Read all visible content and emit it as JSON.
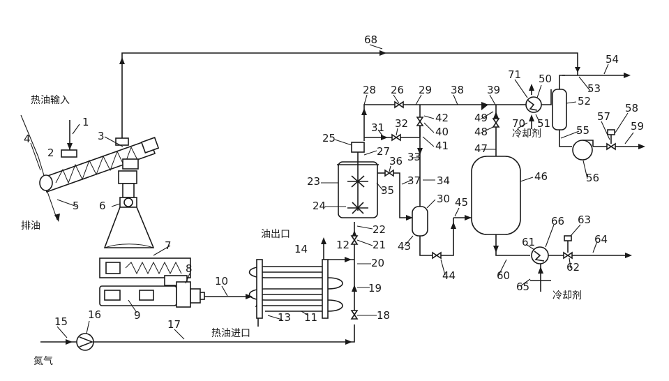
{
  "text": {
    "hot_oil_in": "热油输入",
    "oil_drain": "排油",
    "oil_outlet": "油出口",
    "hot_oil_inlet": "热油进口",
    "nitrogen": "氮气",
    "coolant_1": "冷却剂",
    "coolant_2": "冷却剂"
  },
  "ref_numbers": {
    "n1": "1",
    "n2": "2",
    "n3": "3",
    "n4": "4",
    "n5": "5",
    "n6": "6",
    "n7": "7",
    "n8": "8",
    "n9": "9",
    "n10": "10",
    "n11": "11",
    "n12": "12",
    "n13": "13",
    "n14": "14",
    "n15": "15",
    "n16": "16",
    "n17": "17",
    "n18": "18",
    "n19": "19",
    "n20": "20",
    "n21": "21",
    "n22": "22",
    "n23": "23",
    "n24": "24",
    "n25": "25",
    "n26": "26",
    "n27": "27",
    "n28": "28",
    "n29": "29",
    "n30": "30",
    "n31": "31",
    "n32": "32",
    "n33": "33",
    "n34": "34",
    "n35": "35",
    "n36": "36",
    "n37": "37",
    "n38": "38",
    "n39": "39",
    "n40": "40",
    "n41": "41",
    "n42": "42",
    "n43": "43",
    "n44": "44",
    "n45": "45",
    "n46": "46",
    "n47": "47",
    "n48": "48",
    "n49": "49",
    "n50": "50",
    "n51": "51",
    "n52": "52",
    "n53": "53",
    "n54": "54",
    "n55": "55",
    "n56": "56",
    "n57": "57",
    "n58": "58",
    "n59": "59",
    "n60": "60",
    "n61": "61",
    "n62": "62",
    "n63": "63",
    "n64": "64",
    "n65": "65",
    "n66": "66",
    "n68": "68",
    "n70": "70",
    "n71": "71"
  }
}
